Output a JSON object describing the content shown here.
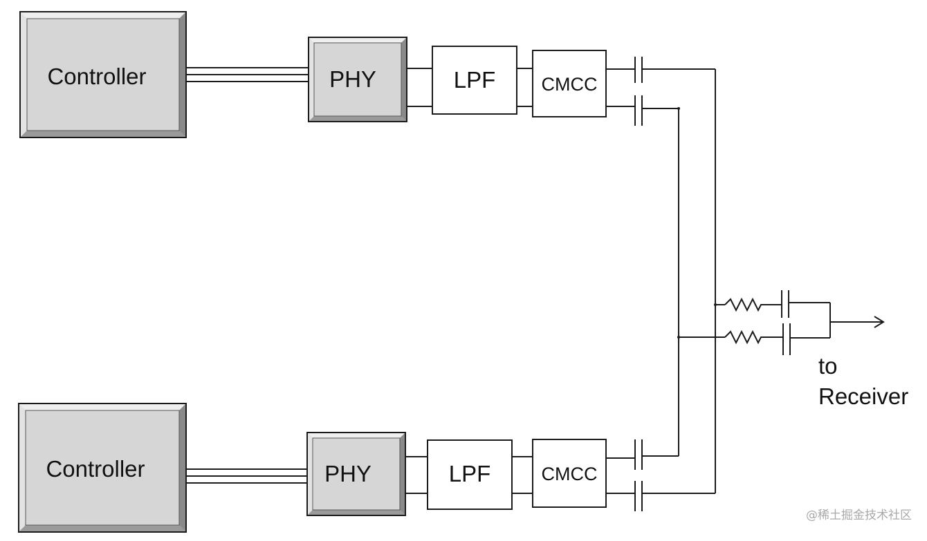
{
  "blocks": {
    "controller_top": "Controller",
    "phy_top": "PHY",
    "lpf_top": "LPF",
    "cmcc_top": "CMCC",
    "controller_bottom": "Controller",
    "phy_bottom": "PHY",
    "lpf_bottom": "LPF",
    "cmcc_bottom": "CMCC"
  },
  "receiver_label": {
    "line1": "to",
    "line2": "Receiver"
  },
  "watermark": "@稀土掘金技术社区",
  "colors": {
    "block_fill": "#d6d6d6",
    "bevel_light": "#efefef",
    "bevel_dark": "#8a8a8a",
    "stroke": "#1a1a1a"
  }
}
